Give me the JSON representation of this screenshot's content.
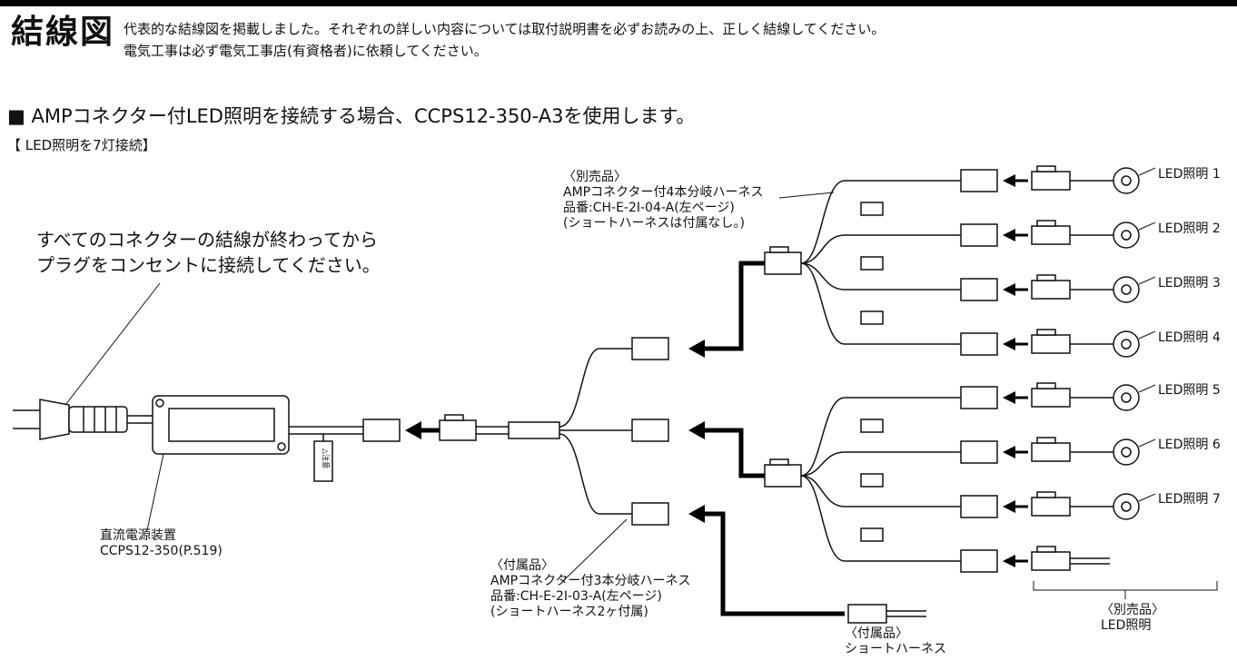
{
  "header": {
    "title": "結線図",
    "intro_line1": "代表的な結線図を掲載しました。それぞれの詳しい内容については取付説明書を必ずお読みの上、正しく結線してください。",
    "intro_line2": "電気工事は必ず電気工事店(有資格者)に依頼してください。"
  },
  "section": {
    "heading": "■ AMPコネクター付LED照明を接続する場合、CCPS12-350-A3を使用します。",
    "subheading": "【 LED照明を7灯接続】"
  },
  "notes": {
    "plug_line1": "すべてのコネクターの結線が終わってから",
    "plug_line2": "プラグをコンセントに接続してください。"
  },
  "power_unit": {
    "label1": "直流電源装置",
    "label2": "CCPS12-350(P.519)",
    "tag_text": "△注意"
  },
  "harness3": {
    "line1": "〈付属品〉",
    "line2": "AMPコネクター付3本分岐ハーネス",
    "line3": "品番:CH-E-2I-03-A(左ページ)",
    "line4": "(ショートハーネス2ヶ付属)"
  },
  "harness4": {
    "line1": "〈別売品〉",
    "line2": "AMPコネクター付4本分岐ハーネス",
    "line3": "品番:CH-E-2I-04-A(左ページ)",
    "line4": "(ショートハーネスは付属なし。)"
  },
  "short_harness": {
    "line1": "〈付属品〉",
    "line2": "ショートハーネス"
  },
  "led_sold": {
    "line1": "〈別売品〉",
    "line2": "LED照明"
  },
  "leds": [
    "LED照明 1",
    "LED照明 2",
    "LED照明 3",
    "LED照明 4",
    "LED照明 5",
    "LED照明 6",
    "LED照明 7"
  ]
}
